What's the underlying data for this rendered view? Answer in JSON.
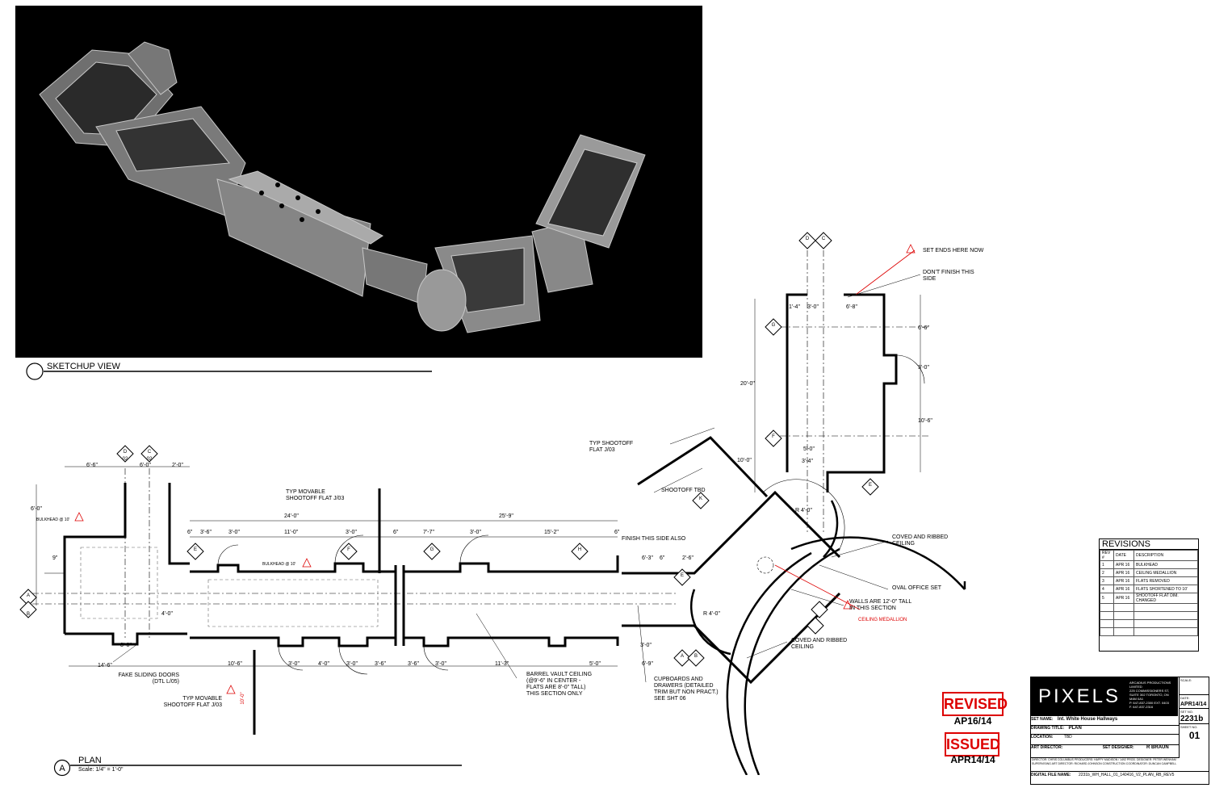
{
  "sketchup": {
    "title": "SKETCHUP VIEW"
  },
  "plan": {
    "title": "PLAN",
    "scale": "Scale: 1/4\" = 1'-0\""
  },
  "notes": {
    "set_ends": "SET ENDS HERE NOW",
    "dont_finish": "DON'T FINISH THIS SIDE",
    "typ_shootoff": "TYP SHOOTOFF FLAT J/03",
    "shootoff_tbd": "SHOOTOFF TBD",
    "typ_movable_top": "TYP MOVABLE SHOOTOFF FLAT J/03",
    "bulkhead_left": "BULKHEAD @ 10'",
    "bulkhead_mid": "BULKHEAD @ 10'",
    "finish_side": "FINISH THIS SIDE ALSO",
    "coved_top": "COVED AND RIBBED CEILING",
    "oval_office": "OVAL OFFICE SET",
    "walls_tall": "WALLS ARE 12'-0\" TALL IN THIS SECTION",
    "ceiling_medallion": "CEILING MEDALLION",
    "coved_bottom": "COVED AND RIBBED CEILING",
    "fake_sliding": "FAKE SLIDING DOORS (DTL L/05)",
    "typ_movable_bottom": "TYP MOVABLE SHOOTOFF FLAT J/03",
    "barrel_vault": "BARREL VAULT CEILING (@9'-6\" IN CENTER - FLATS ARE 8'-0\" TALL) THIS SECTION ONLY",
    "cupboards": "CUPBOARDS AND DRAWERS (DETAILED TRIM BUT NON PRACT.) SEE SHT 06"
  },
  "dims": {
    "d1": "6'-6\"",
    "d2": "6'-0\"",
    "d3": "2'-0\"",
    "d4": "24'-0\"",
    "d5": "25'-9\"",
    "d6": "3'-6\"",
    "d7": "3'-0\"",
    "d8": "11'-0\"",
    "d9": "3'-0\"",
    "d10": "7'-7\"",
    "d11": "3'-0\"",
    "d12": "15'-2\"",
    "d13": "14'-6\"",
    "d14": "3'-0\"",
    "d15": "10'-6\"",
    "d16": "3'-0\"",
    "d17": "4'-0\"",
    "d18": "3'-0\"",
    "d19": "3'-6\"",
    "d20": "3'-6\"",
    "d21": "3'-0\"",
    "d22": "11'-3\"",
    "d23": "5'-0\"",
    "d24": "6'-9\"",
    "d25": "3'-0\"",
    "d26": "6'-3\"",
    "d27": "2'-6\"",
    "d28": "6'-8\"",
    "d29": "3'-0\"",
    "d30": "1'-4\"",
    "d31": "20'-0\"",
    "d32": "6'-6\"",
    "d33": "3'-0\"",
    "d34": "10'-6\"",
    "d35": "5'-0\"",
    "d36": "3'-4\"",
    "d37": "R 4'-0\"",
    "d38": "R 4'-0\"",
    "d39": "10'-0\"",
    "d40": "6'-0\"",
    "d41": "6\"",
    "d42": "6\"",
    "d43": "6\"",
    "d44": "9\"",
    "d45": "4'-0\"",
    "d46": "6\""
  },
  "revisions": {
    "title": "REVISIONS",
    "headers": [
      "REV #",
      "DATE",
      "DESCRIPTION"
    ],
    "rows": [
      [
        "1",
        "APR 16",
        "BULKHEAD"
      ],
      [
        "2",
        "APR 16",
        "CEILING MEDALLION"
      ],
      [
        "3",
        "APR 16",
        "FLATS REMOVED"
      ],
      [
        "4",
        "APR 16",
        "FLATS SHORTENED TO 10'"
      ],
      [
        "5",
        "APR 16",
        "SHOOTOFF FLAT DIM. CHANGED"
      ]
    ]
  },
  "stamps": {
    "revised": "REVISED",
    "revised_date": "AP16/14",
    "issued": "ISSUED",
    "issued_date": "APR14/14"
  },
  "title_block": {
    "logo": "PIXELS",
    "company": "ARCADIUS PRODUCTIONS LIMITED",
    "address": "225 COMMISSIONERS ST, SUITE 302 TORONTO, ON M4M 0A1",
    "phone": "P. 647-837-2300 EXT. 0403",
    "fax": "F. 647-837-2316",
    "set_name_label": "SET NAME:",
    "set_name": "Int. White House Hallways",
    "drawing_title_label": "DRAWING TITLE:",
    "drawing_title": "PLAN",
    "location_label": "LOCATION:",
    "location": "TBD",
    "art_director_label": "ART DIRECTOR:",
    "set_designer_label": "SET DESIGNER:",
    "set_designer": "R BRAUN",
    "credits1": "DIRECTOR: CHRIS COLUMBUS     PRODUCERS: HAPPY MADISON / 1492     PROD. DESIGNER: PETER WENHAM",
    "credits2": "SUPERVISING ART DIRECTOR: RICHARD JOHNSON     CONSTRUCTION COORDINATOR: DUNCAN CAMPBELL",
    "file_label": "DIGITAL FILE NAME:",
    "file_name": "2231b_WH_HALL_01_140416_V2_PLAN_RB_REV5",
    "scale_label": "SCALE:",
    "date_label": "DATE:",
    "date": "APR14/14",
    "set_no_label": "SET NO.",
    "set_no": "2231b",
    "sheet_no_label": "SHEET NO.",
    "sheet_no": "01"
  }
}
